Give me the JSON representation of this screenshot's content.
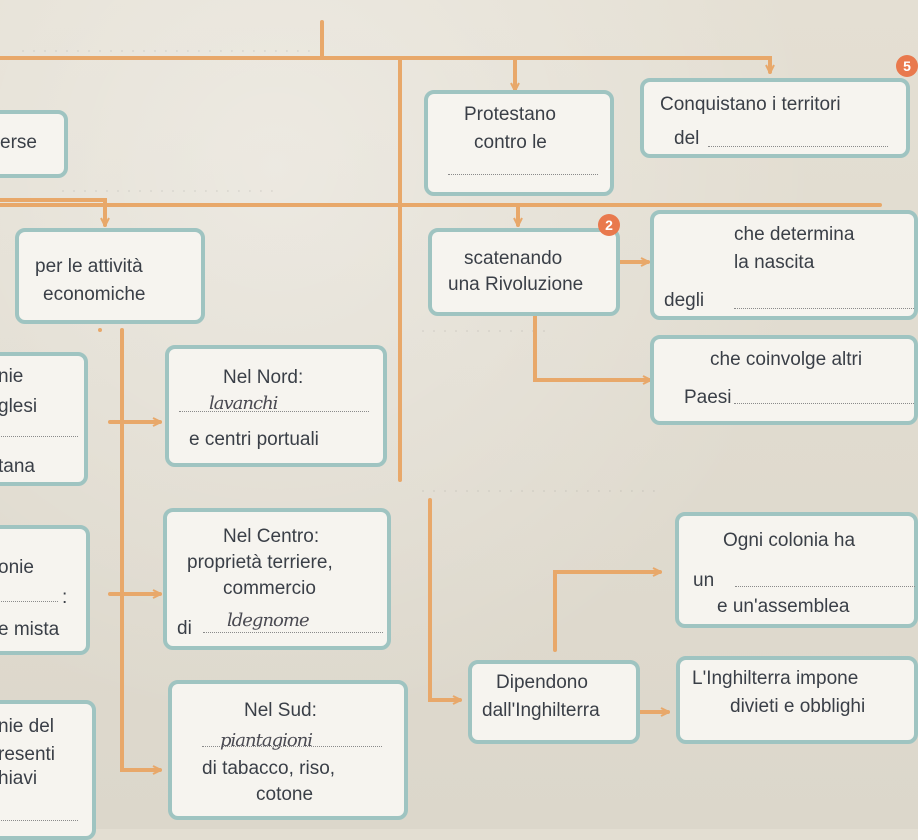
{
  "badges": {
    "b2": "2",
    "b5": "5"
  },
  "colors": {
    "line": "#e8a86a",
    "box_border": "#9fc4c1",
    "badge": "#e9794d"
  },
  "boxes": {
    "protestano": {
      "l1": "Protestano",
      "l2": "contro le"
    },
    "conquistano": {
      "l1": "Conquistano i territori",
      "l2": "del"
    },
    "erse": {
      "l1": "erse"
    },
    "attivita": {
      "l1": "per le attività",
      "l2": "economiche"
    },
    "scatenando": {
      "l1": "scatenando",
      "l2": "una Rivoluzione"
    },
    "determina": {
      "l1": "che determina",
      "l2": "la nascita",
      "l3": "degli"
    },
    "coinvolge": {
      "l1": "che coinvolge altri",
      "l2": "Paesi"
    },
    "left_nord": {
      "l1": "nie",
      "l2": "glesi",
      "l3": "tana"
    },
    "nord": {
      "l1": "Nel Nord:",
      "hw": "lavanchi",
      "l2": "e centri portuali"
    },
    "left_centro": {
      "l1": "onie",
      "l2": ":",
      "l3": "e mista"
    },
    "centro": {
      "l1": "Nel Centro:",
      "l2": "proprietà terriere,",
      "l3": "commercio",
      "l4": "di",
      "hw": "ldegnome"
    },
    "colonia": {
      "l1": "Ogni colonia ha",
      "l2": "un",
      "l3": "e un'assemblea"
    },
    "dipendono": {
      "l1": "Dipendono",
      "l2": "dall'Inghilterra"
    },
    "impone": {
      "l1": "L'Inghilterra impone",
      "l2": "divieti e obblighi"
    },
    "left_sud": {
      "l1": "nie del",
      "l2": "resenti",
      "l3": "hiavi"
    },
    "sud": {
      "l1": "Nel Sud:",
      "hw": "piantagioni",
      "l2": "di tabacco, riso,",
      "l3": "cotone"
    }
  }
}
